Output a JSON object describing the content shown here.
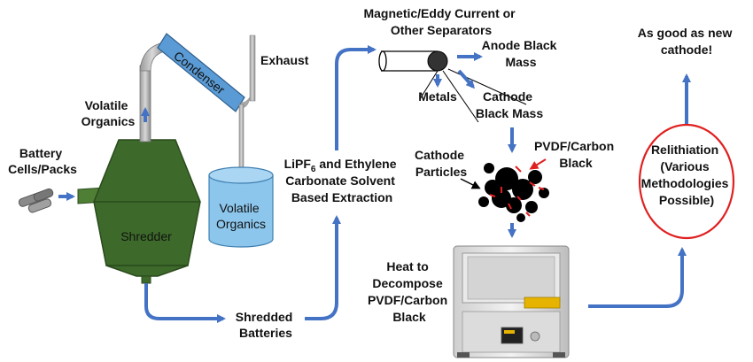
{
  "inputs": {
    "battery_cells_line1": "Battery",
    "battery_cells_line2": "Cells/Packs"
  },
  "shredder": {
    "label": "Shredder"
  },
  "condenser": {
    "label": "Condenser"
  },
  "exhaust": {
    "label": "Exhaust"
  },
  "volatile_organics_arrow": {
    "line1": "Volatile",
    "line2": "Organics"
  },
  "volatile_organics_tank": {
    "line1": "Volatile",
    "line2": "Organics"
  },
  "shredded_batteries": {
    "line1": "Shredded",
    "line2": "Batteries"
  },
  "extraction": {
    "line1_pre": "LiPF",
    "line1_sub": "6",
    "line1_post": " and Ethylene",
    "line2": "Carbonate Solvent",
    "line3": "Based Extraction"
  },
  "separators": {
    "line1": "Magnetic/Eddy Current or",
    "line2": "Other Separators"
  },
  "anode_black_mass": {
    "line1": "Anode Black",
    "line2": "Mass"
  },
  "metals": {
    "label": "Metals"
  },
  "cathode_black_mass": {
    "line1": "Cathode",
    "line2": "Black Mass"
  },
  "cathode_particles": {
    "line1": "Cathode",
    "line2": "Particles"
  },
  "pvdf_carbon_black": {
    "line1": "PVDF/Carbon",
    "line2": "Black"
  },
  "heat": {
    "line1": "Heat to",
    "line2": "Decompose",
    "line3": "PVDF/Carbon",
    "line4": "Black"
  },
  "relithiation": {
    "line1": "Relithiation",
    "line2": "(Various",
    "line3": "Methodologies",
    "line4": "Possible)"
  },
  "goal": {
    "line1": "As good as new",
    "line2": "cathode!"
  },
  "colors": {
    "arrow_blue": "#4472c4",
    "shredder_green": "#3d6a2a",
    "condenser_blue": "#5b9bd5",
    "tank_blue": "#8cc6ec",
    "highlight_red": "#e02020"
  }
}
